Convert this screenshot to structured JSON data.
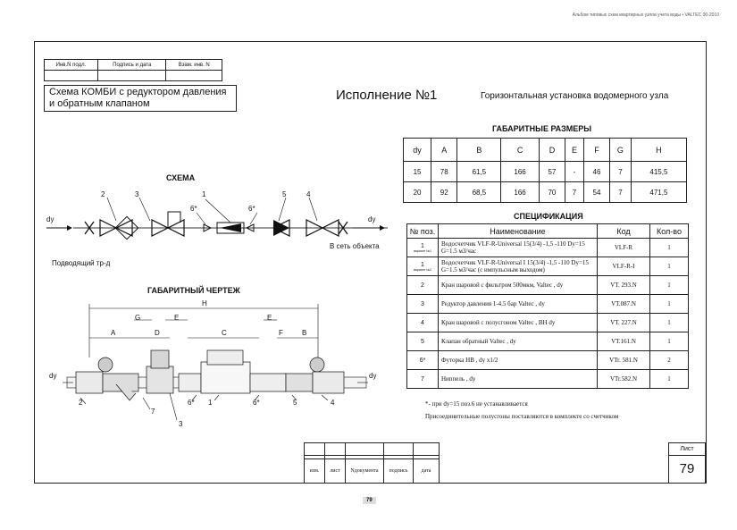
{
  "header": {
    "album": "Альбом типовых схем квартирных узлов учета воды • VALTEC 00-2010"
  },
  "inventory": {
    "cols": [
      "Инв.N подл.",
      "Подпись и дата",
      "Взам. инв. N"
    ]
  },
  "title": {
    "scheme": "Схема КОМБИ с редуктором давления и обратным клапаном",
    "execution": "Исполнение №1",
    "subtitle": "Горизонтальная установка водомерного узла"
  },
  "dimensions": {
    "title": "ГАБАРИТНЫЕ РАЗМЕРЫ",
    "headers": [
      "dy",
      "A",
      "B",
      "C",
      "D",
      "E",
      "F",
      "G",
      "H"
    ],
    "rows": [
      [
        "15",
        "78",
        "61,5",
        "166",
        "57",
        "-",
        "46",
        "7",
        "415,5"
      ],
      [
        "20",
        "92",
        "68,5",
        "166",
        "70",
        "7",
        "54",
        "7",
        "471,5"
      ]
    ]
  },
  "spec": {
    "title": "СПЕЦИФИКАЦИЯ",
    "headers": [
      "№ поз.",
      "Наименование",
      "Код",
      "Кол-во"
    ],
    "rows": [
      {
        "pos": "1",
        "sub": "вариант №1",
        "name": "Водосчетчик VLF-R-Universal 15(3/4) -1,5 -110 Dy=15 G=1.5 м3/час",
        "code": "VLF-R",
        "qty": "1"
      },
      {
        "pos": "1",
        "sub": "вариант №2",
        "name": "Водосчетчик VLF-R-Universal I 15(3/4) -1,5 -110 Dy=15 G=1.5 м3/час (с импульсным выходом)",
        "code": "VLF-R-I",
        "qty": "1"
      },
      {
        "pos": "2",
        "sub": "",
        "name": "Кран шаровой с фильтром 500мкм, Valtec , dy",
        "code": "VT. 293.N",
        "qty": "1"
      },
      {
        "pos": "3",
        "sub": "",
        "name": "Редуктор давления 1-4.5 бар Valtec , dy",
        "code": "VT.087.N",
        "qty": "1"
      },
      {
        "pos": "4",
        "sub": "",
        "name": "Кран шаровой с полусгоном Valtec , ВН dy",
        "code": "VT. 227.N",
        "qty": "1"
      },
      {
        "pos": "5",
        "sub": "",
        "name": "Клапан обратный Valtec , dy",
        "code": "VT.161.N",
        "qty": "1"
      },
      {
        "pos": "6*",
        "sub": "",
        "name": "Футорка НВ , dy x1/2",
        "code": "VTr. 581.N",
        "qty": "2"
      },
      {
        "pos": "7",
        "sub": "",
        "name": "Ниппель , dy",
        "code": "VTr.582.N",
        "qty": "1"
      }
    ],
    "note1": "*- при dy=15 поз.6 не устанавливается",
    "note2": "Присоединительные полусгоны поставляются в комплекте со счетчиком"
  },
  "schema": {
    "title": "СХЕМА",
    "dy": "dy",
    "inlet": "Подводящий тр-д",
    "outlet": "В сеть объекта",
    "callouts": [
      "2",
      "3",
      "1",
      "6*",
      "6*",
      "5",
      "4"
    ]
  },
  "drawing": {
    "title": "ГАБАРИТНЫЙ ЧЕРТЕЖ",
    "dims": [
      "H",
      "G",
      "E",
      "E",
      "A",
      "D",
      "C",
      "F",
      "B"
    ],
    "callouts": [
      "2",
      "7",
      "3",
      "6*",
      "1",
      "6*",
      "5",
      "4"
    ],
    "dy": "dy"
  },
  "stamp": {
    "labels": [
      "изм.",
      "лист",
      "Nдокумента",
      "подпись",
      "дата"
    ],
    "sheet_label": "Лист",
    "sheet_no": "79"
  },
  "page_number": "79"
}
